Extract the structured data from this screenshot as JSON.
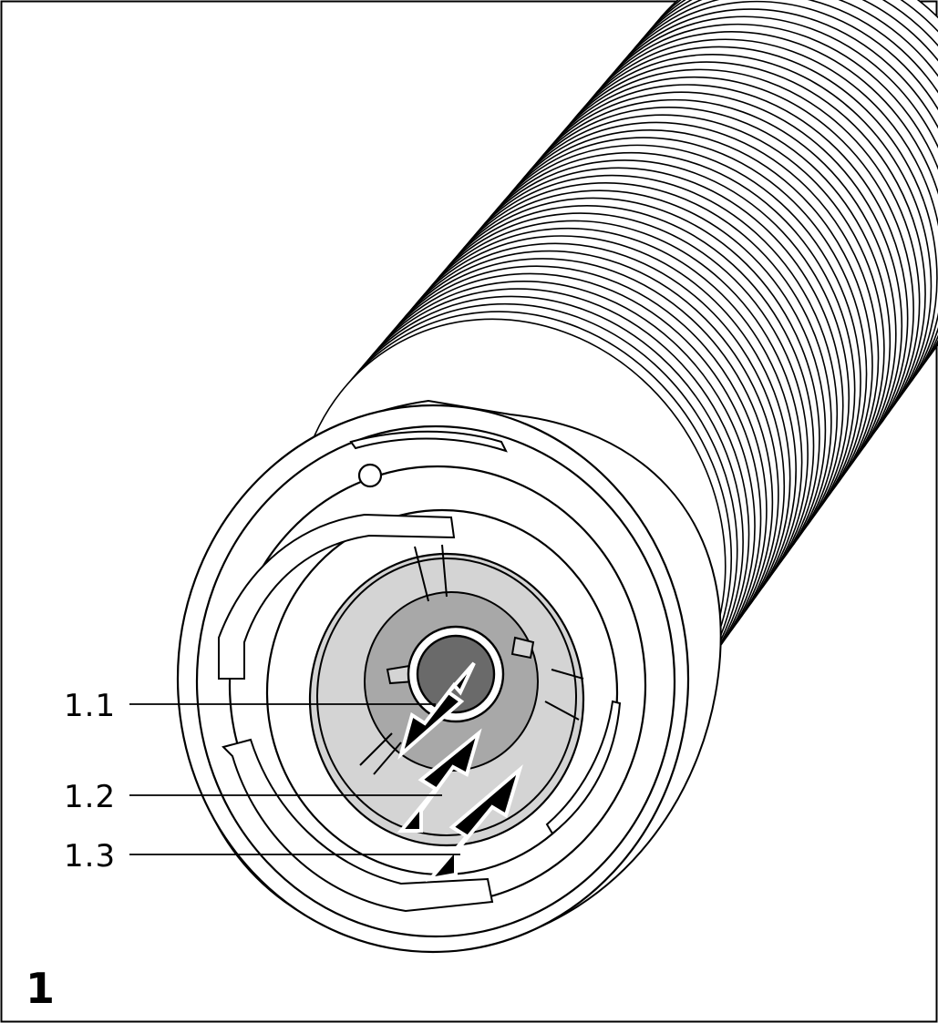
{
  "figure": {
    "number": "1",
    "callouts": [
      {
        "id": "1.1",
        "label": "1.1"
      },
      {
        "id": "1.2",
        "label": "1.2"
      },
      {
        "id": "1.3",
        "label": "1.3"
      }
    ]
  },
  "colors": {
    "line": "#000000",
    "background": "#ffffff",
    "light_gray": "#d4d4d4",
    "mid_gray": "#a8a8a8",
    "dark_gray": "#6a6a6a"
  }
}
